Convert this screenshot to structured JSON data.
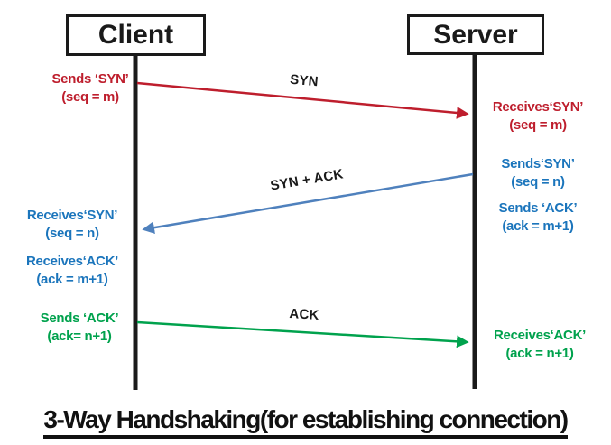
{
  "title": "3-Way Handshaking(for establishing connection)",
  "colors": {
    "red": "#be1e2d",
    "blue_text": "#1b75bc",
    "blue_arrow": "#4f81bd",
    "green": "#00a24d",
    "black": "#1a1a1a"
  },
  "actors": {
    "client": "Client",
    "server": "Server"
  },
  "arrow_labels": {
    "syn": "SYN",
    "syn_ack": "SYN + ACK",
    "ack": "ACK"
  },
  "notes": {
    "sends_syn_client": {
      "l1": "Sends ‘SYN’",
      "l2": "(seq = m)"
    },
    "receives_syn_server": {
      "l1": "Receives‘SYN’",
      "l2": "(seq = m)"
    },
    "sends_syn_server": {
      "l1": "Sends‘SYN’",
      "l2": "(seq = n)"
    },
    "sends_ack_server": {
      "l1": "Sends ‘ACK’",
      "l2": "(ack = m+1)"
    },
    "receives_syn_client": {
      "l1": "Receives‘SYN’",
      "l2": "(seq = n)"
    },
    "receives_ack_client": {
      "l1": "Receives‘ACK’",
      "l2": "(ack = m+1)"
    },
    "sends_ack_client": {
      "l1": "Sends ‘ACK’",
      "l2": "(ack= n+1)"
    },
    "receives_ack_server": {
      "l1": "Receives‘ACK’",
      "l2": "(ack = n+1)"
    }
  }
}
